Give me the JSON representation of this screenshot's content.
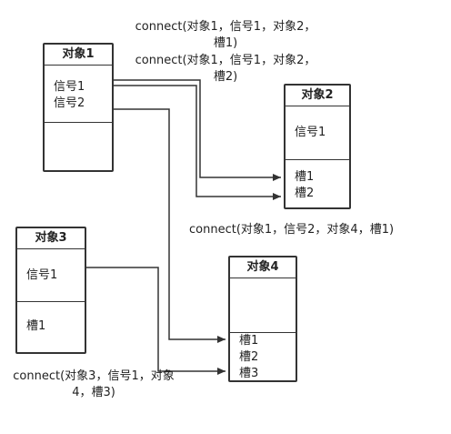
{
  "objects": {
    "obj1": {
      "title": "对象1",
      "signals": [
        "信号1",
        "信号2"
      ]
    },
    "obj2": {
      "title": "对象2",
      "signal": "信号1",
      "slots": [
        "槽1",
        "槽2"
      ]
    },
    "obj3": {
      "title": "对象3",
      "signal": "信号1",
      "slot": "槽1"
    },
    "obj4": {
      "title": "对象4",
      "slots": [
        "槽1",
        "槽2",
        "槽3"
      ]
    }
  },
  "connections": [
    {
      "line1": "connect(对象1，信号1，对象2，",
      "line2": "槽1)"
    },
    {
      "line1": "connect(对象1，信号1，对象2，",
      "line2": "槽2)"
    },
    {
      "line1": "connect(对象1，信号2，对象4，槽1)"
    },
    {
      "line1": "connect(对象3，信号1，对象",
      "line2": "4，槽3)"
    }
  ],
  "colors": {
    "stroke": "#333333",
    "background": "#ffffff"
  }
}
